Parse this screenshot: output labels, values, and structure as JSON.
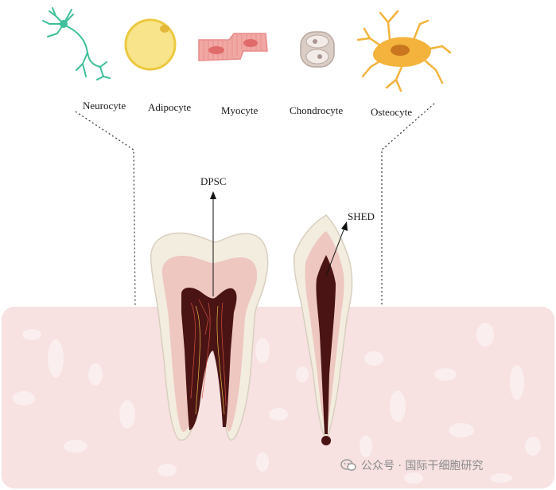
{
  "cells": [
    {
      "name": "Neurocyte"
    },
    {
      "name": "Adipocyte"
    },
    {
      "name": "Myocyte"
    },
    {
      "name": "Chondrocyte"
    },
    {
      "name": "Osteocyte"
    }
  ],
  "teeth": {
    "permanent_label": "DPSC",
    "deciduous_label": "SHED"
  },
  "watermark": {
    "text": "公众号 · 国际干细胞研究",
    "icon": "wechat-icon"
  },
  "colors": {
    "gum": "#f7e1e1",
    "gum_spot": "#fbeeee",
    "enamel": "#f3ede0",
    "dentin": "#eec7c0",
    "pulp": "#4a1414",
    "neuro": "#3fbf9a",
    "adipo": "#f8e48a",
    "myo": "#e88a8a",
    "chondro": "#d9cdc6",
    "osteo": "#f4b33c"
  }
}
